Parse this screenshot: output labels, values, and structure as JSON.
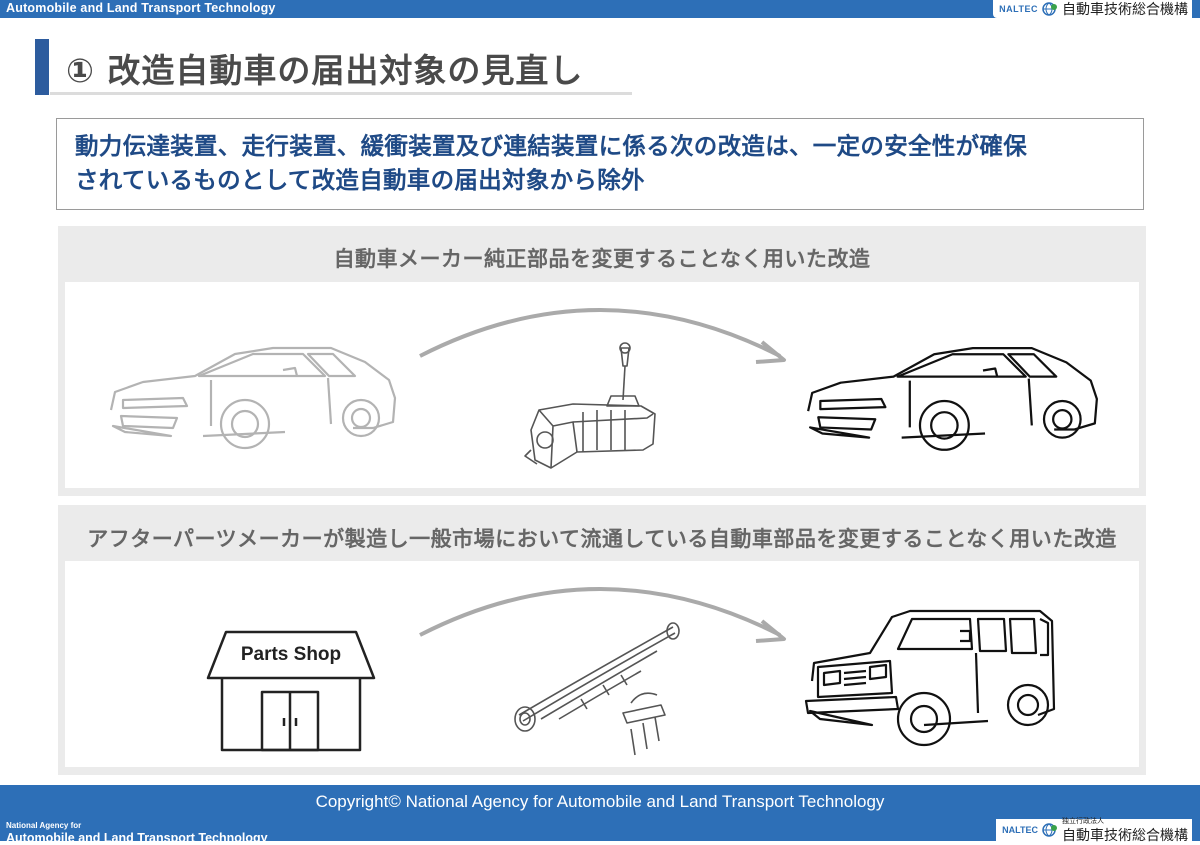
{
  "header": {
    "org_en": "Automobile and Land Transport Technology",
    "logo_abbr": "NALTEC",
    "logo_jp": "自動車技術総合機構"
  },
  "title": "① 改造自動車の届出対象の見直し",
  "statement": {
    "line1": "動力伝達装置、走行装置、緩衝装置及び連結装置に係る次の改造は、一定の安全性が確保",
    "line2": "されているものとして改造自動車の届出対象から除外"
  },
  "panels": [
    {
      "heading": "自動車メーカー純正部品を変更することなく用いた改造"
    },
    {
      "heading": "アフターパーツメーカーが製造し一般市場において流通している自動車部品を変更することなく用いた改造",
      "shop_sign": "Parts Shop"
    }
  ],
  "footer": {
    "copyright": "Copyright© National Agency for Automobile and Land Transport Technology",
    "org_en_line1": "National Agency for",
    "org_en_line2": "Automobile and Land Transport Technology",
    "logo_small": "独立行政法人",
    "logo_abbr": "NALTEC",
    "logo_jp": "自動車技術総合機構"
  }
}
